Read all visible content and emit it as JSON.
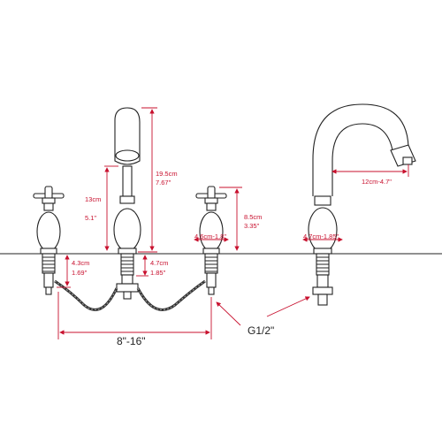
{
  "labels": {
    "spout_height_cm": "19.5cm",
    "spout_height_in": "7.67\"",
    "spout_body_cm": "13cm",
    "spout_body_in": "5.1\"",
    "spout_shank_cm": "4.7cm",
    "spout_shank_in": "1.85\"",
    "left_shank_cm": "4.3cm",
    "left_shank_in": "1.69\"",
    "handle_height_cm": "8.5cm",
    "handle_height_in": "3.35\"",
    "handle_width": "4.6cm-1.8\"",
    "side_base_width": "4.7cm-1.85\"",
    "reach": "12cm-4.7\"",
    "spread": "8\"-16\"",
    "thread": "G1/2\""
  },
  "colors": {
    "dimension": "#c8102e",
    "outline": "#222222"
  }
}
